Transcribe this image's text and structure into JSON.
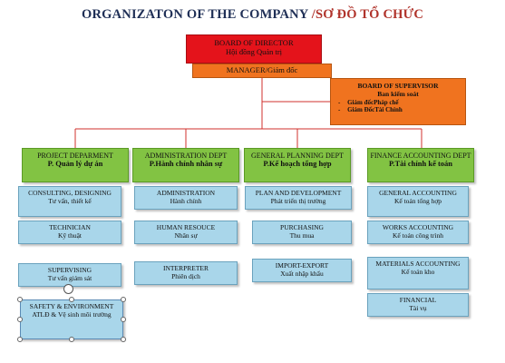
{
  "title": {
    "english": "ORGANIZATON OF THE COMPANY",
    "vietnamese": "/SƠ ĐỒ TỔ CHỨC"
  },
  "board": {
    "line1": "BOARD OF DIRECTOR",
    "line2": "Hội đồng Quản trị"
  },
  "manager": {
    "line1": "MANAGER/Giám đốc"
  },
  "supervisor": {
    "line1": "BOARD OF SUPERVISOR",
    "line2": "Ban kiểm soát",
    "items": [
      "Giám đốcPháp chế",
      "Giám ĐốcTài Chính"
    ]
  },
  "departments": [
    {
      "line1": "PROJECT DEPARMENT",
      "line2": "P. Quản lý dự án"
    },
    {
      "line1": "ADMINISTRATION DEPT",
      "line2": "P.Hành chính nhân sự"
    },
    {
      "line1": "GENERAL PLANNING DEPT",
      "line2": "P.Kế hoạch tổng hợp"
    },
    {
      "line1": "FINANCE ACCOUNTING DEPT",
      "line2": "P.Tài chính kế toán"
    }
  ],
  "project_units": [
    {
      "line1": "CONSULTING, DESIGNING",
      "line2": "Tư vấn, thiết kế"
    },
    {
      "line1": "TECHNICIAN",
      "line2": "Kỹ thuật"
    },
    {
      "line1": "SUPERVISING",
      "line2": "Tư vấn giám sát"
    },
    {
      "line1": "SAFETY & ENVIRONMENT",
      "line2": "ATLĐ & Vệ sinh môi trường"
    }
  ],
  "admin_units": [
    {
      "line1": "ADMINISTRATION",
      "line2": "Hành chính"
    },
    {
      "line1": "HUMAN RESOUCE",
      "line2": "Nhân sự"
    },
    {
      "line1": "INTERPRETER",
      "line2": "Phiên dịch"
    }
  ],
  "planning_units": [
    {
      "line1": "PLAN AND DEVELOPMENT",
      "line2": "Phát triển thị trường"
    },
    {
      "line1": "PURCHASING",
      "line2": "Thu mua"
    },
    {
      "line1": "IMPORT-EXPORT",
      "line2": "Xuất nhập khẩu"
    }
  ],
  "finance_units": [
    {
      "line1": "GENERAL ACCOUNTING",
      "line2": "Kế toán tổng hợp"
    },
    {
      "line1": "WORKS ACCOUNTING",
      "line2": "Kế toán công trình"
    },
    {
      "line1": "MATERIALS ACCOUNTING",
      "line2": "Kế toán kho"
    },
    {
      "line1": "FINANCIAL",
      "line2": "Tài vụ"
    }
  ],
  "colors": {
    "title_en": "#1f2f56",
    "title_vn": "#b0332b",
    "board": "#e4131b",
    "manager": "#f0731f",
    "department": "#82c343",
    "unit": "#a9d6ea",
    "connector": "#d0312d"
  }
}
